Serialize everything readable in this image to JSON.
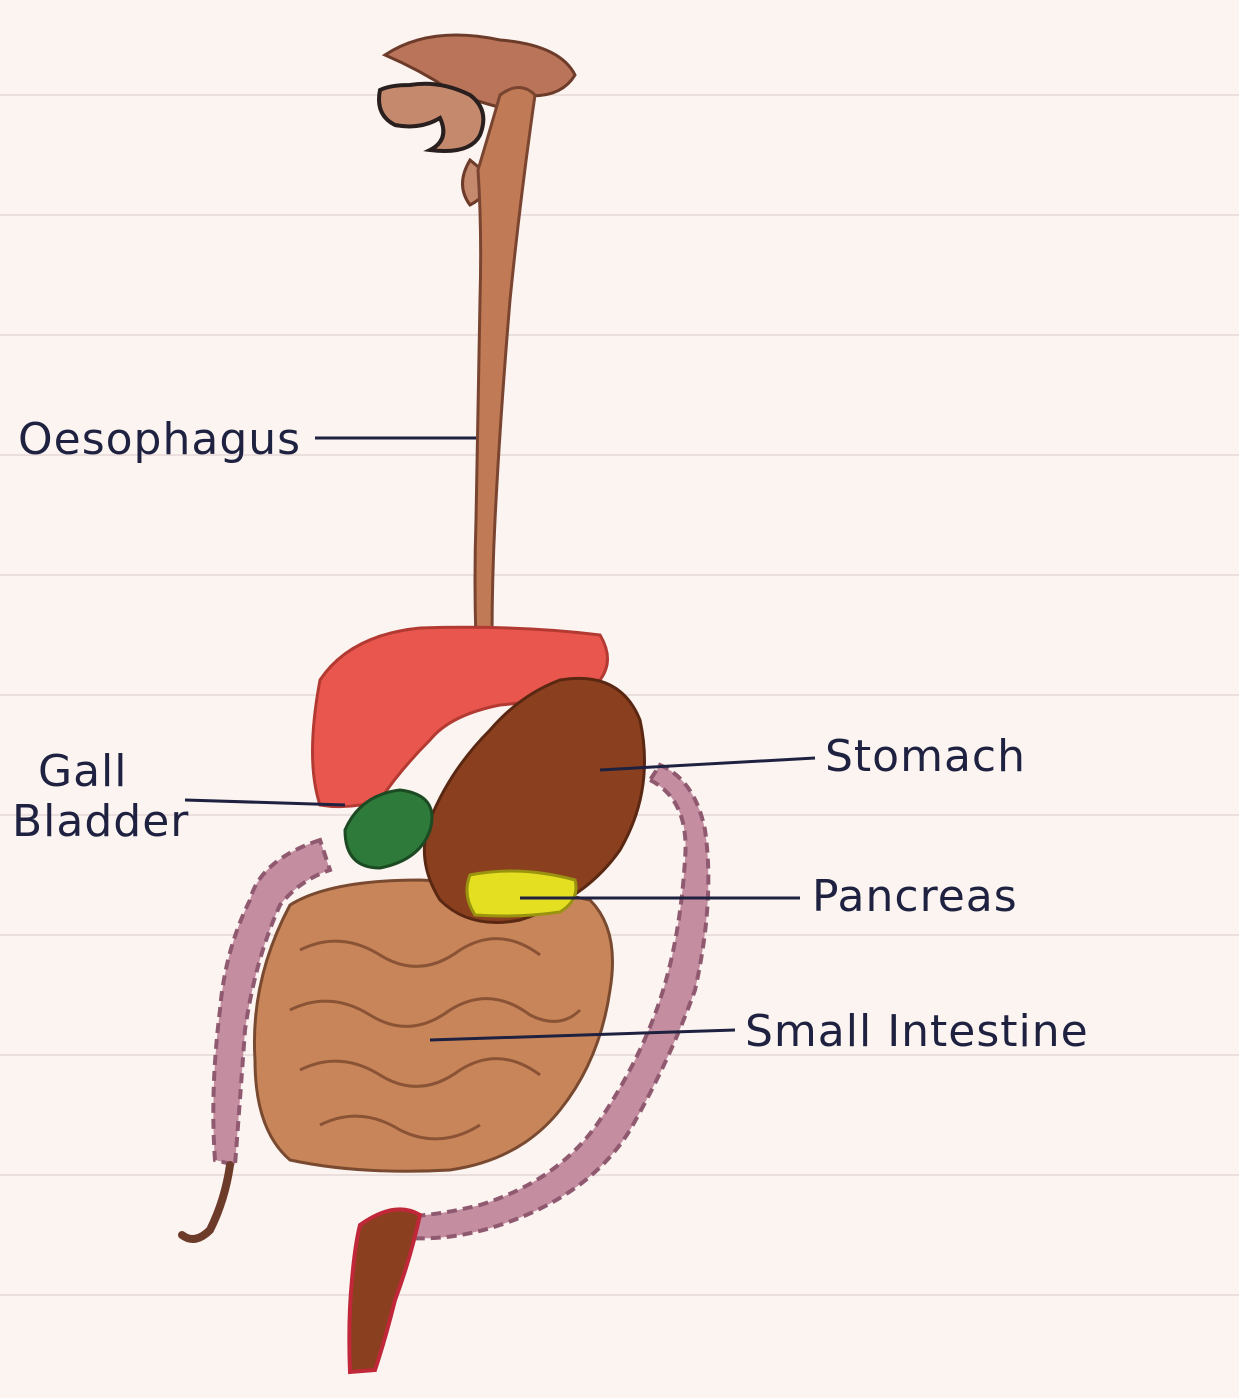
{
  "labels": {
    "oesophagus": "Oesophagus",
    "gall_bladder_line1": "Gall",
    "gall_bladder_line2": "Bladder",
    "stomach": "Stomach",
    "pancreas": "Pancreas",
    "small_intestine": "Small Intestine"
  },
  "colors": {
    "paper": "#fbf4f1",
    "ink": "#1e2140",
    "oesophagus": "#c07a55",
    "liver": "#e8564d",
    "stomach": "#8a3f1e",
    "gall_bladder": "#2e7a3a",
    "pancreas": "#e4e021",
    "small_intestine": "#c9855a",
    "large_intestine": "#c48ea0",
    "rectum": "#8a3f1e"
  }
}
